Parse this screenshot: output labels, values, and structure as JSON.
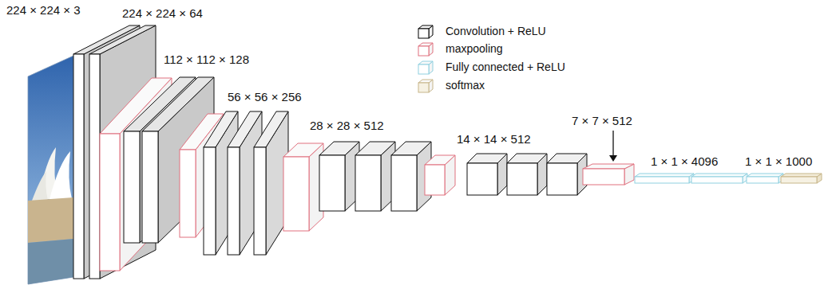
{
  "diagram": {
    "labels": [
      "224 × 224 × 3",
      "224 × 224 × 64",
      "112 × 112 × 128",
      "56 × 56 × 256",
      "28 × 28 × 512",
      "14 × 14 × 512",
      "7 × 7 × 512",
      "1 × 1 × 4096",
      "1 × 1 × 1000"
    ],
    "legend": [
      {
        "text": "Convolution + ReLU",
        "color": "#000000"
      },
      {
        "text": "maxpooling",
        "color": "#e0707e"
      },
      {
        "text": "Fully connected + ReLU",
        "color": "#8fd0e0"
      },
      {
        "text": "softmax",
        "color": "#c7b68a"
      }
    ]
  }
}
